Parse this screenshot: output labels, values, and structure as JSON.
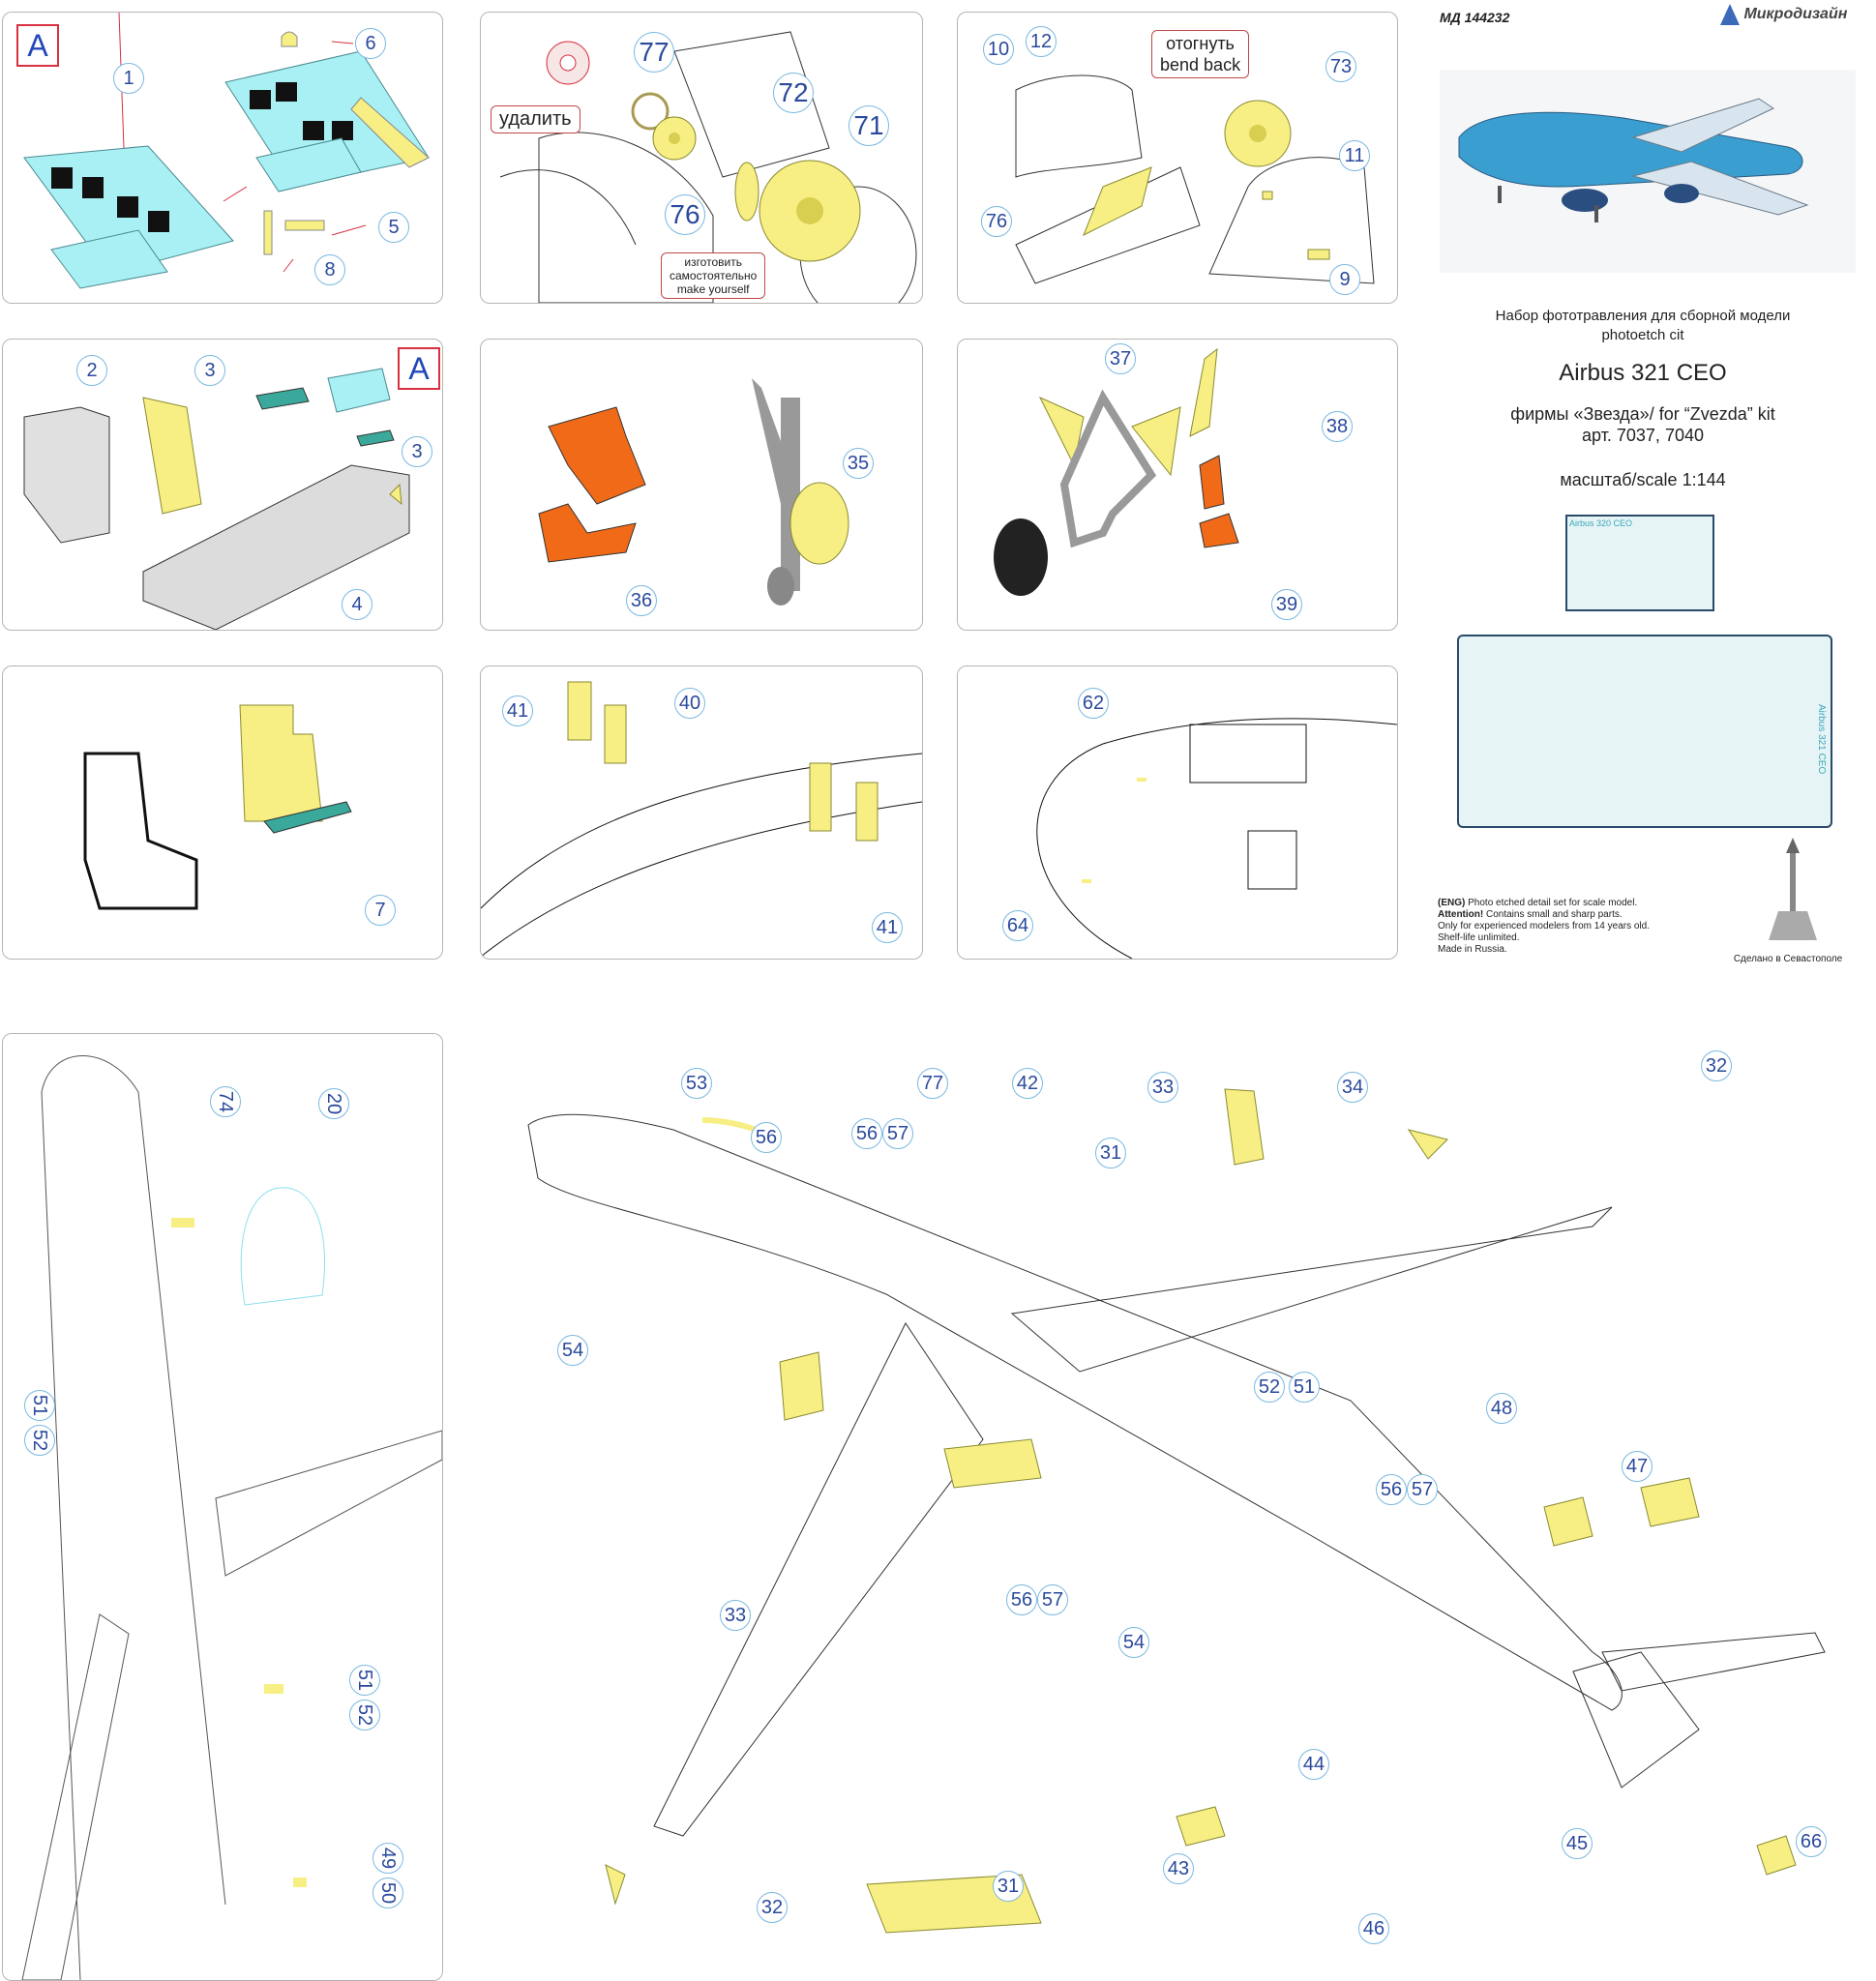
{
  "header": {
    "article": "МД 144232",
    "brand": "Микродизайн"
  },
  "info": {
    "line1": "Набор фототравления для сборной модели",
    "line2": "photoetch cit",
    "title": "Airbus 321 CEO",
    "kit": "фирмы «Звезда»/ for “Zvezda” kit",
    "art": "арт. 7037, 7040",
    "scale": "масштаб/scale 1:144",
    "fret_small_label": "Airbus 320 CEO",
    "fret_large_label": "Airbus 321 CEO",
    "eng_lead": "(ENG)",
    "eng_desc": " Photo etched detail set for scale model.",
    "attention": "Attention!",
    "eng_warn": " Contains small and sharp parts.",
    "eng_age": "Only for experienced modelers from 14 years old.",
    "eng_shelf": "Shelf-life unlimited.",
    "eng_made": "Made in Russia.",
    "made_in": "Сделано в Севастополе"
  },
  "labels": {
    "udalit": "удалить",
    "bend_ru": "отогнуть",
    "bend_en": "bend back",
    "make_ru1": "изготовить",
    "make_ru2": "самостоятельно",
    "make_en": "make yourself",
    "markA": "A"
  },
  "colors": {
    "yellow": "#f7ef84",
    "cyan": "#a8f0f4",
    "orange": "#f06a18",
    "teal": "#3aa89a",
    "arrow": "#d83040",
    "callout_border": "#7ab8e0",
    "callout_text": "#2a4a9c",
    "panel_border": "#b5b5b5"
  },
  "callouts": {
    "p1": [
      "1",
      "6",
      "5",
      "8"
    ],
    "p2": [
      "77",
      "72",
      "71",
      "76"
    ],
    "p3": [
      "10",
      "12",
      "73",
      "11",
      "76",
      "9"
    ],
    "p4": [
      "2",
      "3",
      "3",
      "4"
    ],
    "p5": [
      "35",
      "36"
    ],
    "p6": [
      "37",
      "38",
      "39"
    ],
    "p7": [
      "7"
    ],
    "p8": [
      "41",
      "40",
      "41"
    ],
    "p9": [
      "62",
      "64"
    ],
    "p10": [
      "74",
      "20",
      "51",
      "52",
      "51",
      "52",
      "49",
      "50"
    ],
    "main": [
      "53",
      "56",
      "77",
      "42",
      "33",
      "34",
      "32",
      "56",
      "57",
      "31",
      "54",
      "52",
      "51",
      "48",
      "47",
      "56",
      "57",
      "33",
      "56",
      "57",
      "54",
      "44",
      "31",
      "43",
      "32",
      "46",
      "45",
      "66"
    ]
  }
}
